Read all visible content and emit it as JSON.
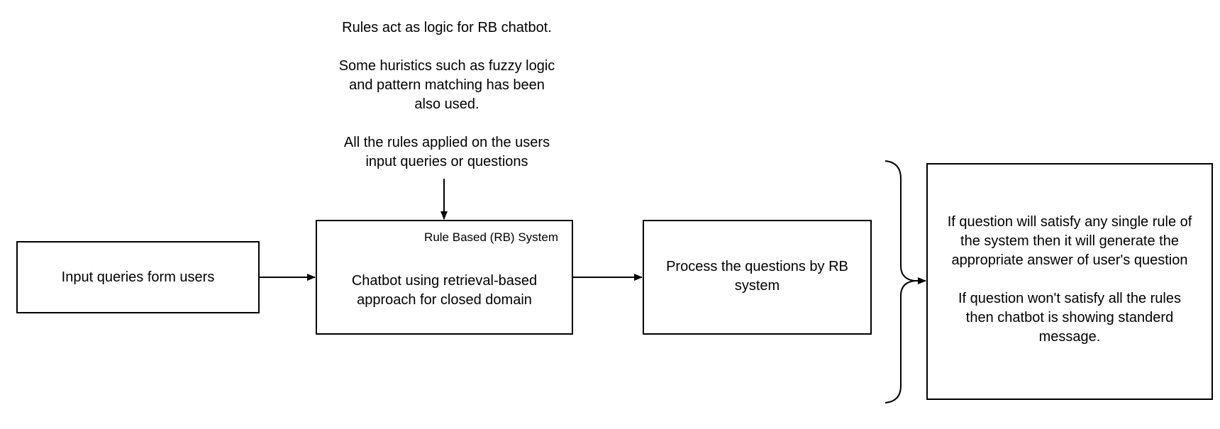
{
  "notes": {
    "line1": "Rules act as logic for RB chatbot.",
    "line2": "Some huristics such as fuzzy logic",
    "line3": "and pattern matching has been",
    "line4": "also used.",
    "line5": "All the rules applied on the users",
    "line6": "input queries or questions"
  },
  "input_box": {
    "label": "Input queries form users"
  },
  "rb_system": {
    "header": "Rule Based (RB) System",
    "line1": "Chatbot using retrieval-based",
    "line2": "approach for closed domain"
  },
  "process_box": {
    "line1": "Process the questions by RB",
    "line2": "system"
  },
  "outcome_box": {
    "line1": "If question will satisfy any single rule of",
    "line2": "the system then it will generate the",
    "line3": "appropriate answer of user's question",
    "line4": "If question won't satisfy all the rules",
    "line5": "then chatbot is showing standerd",
    "line6": "message."
  },
  "colors": {
    "stroke": "#000000",
    "background": "#ffffff"
  }
}
